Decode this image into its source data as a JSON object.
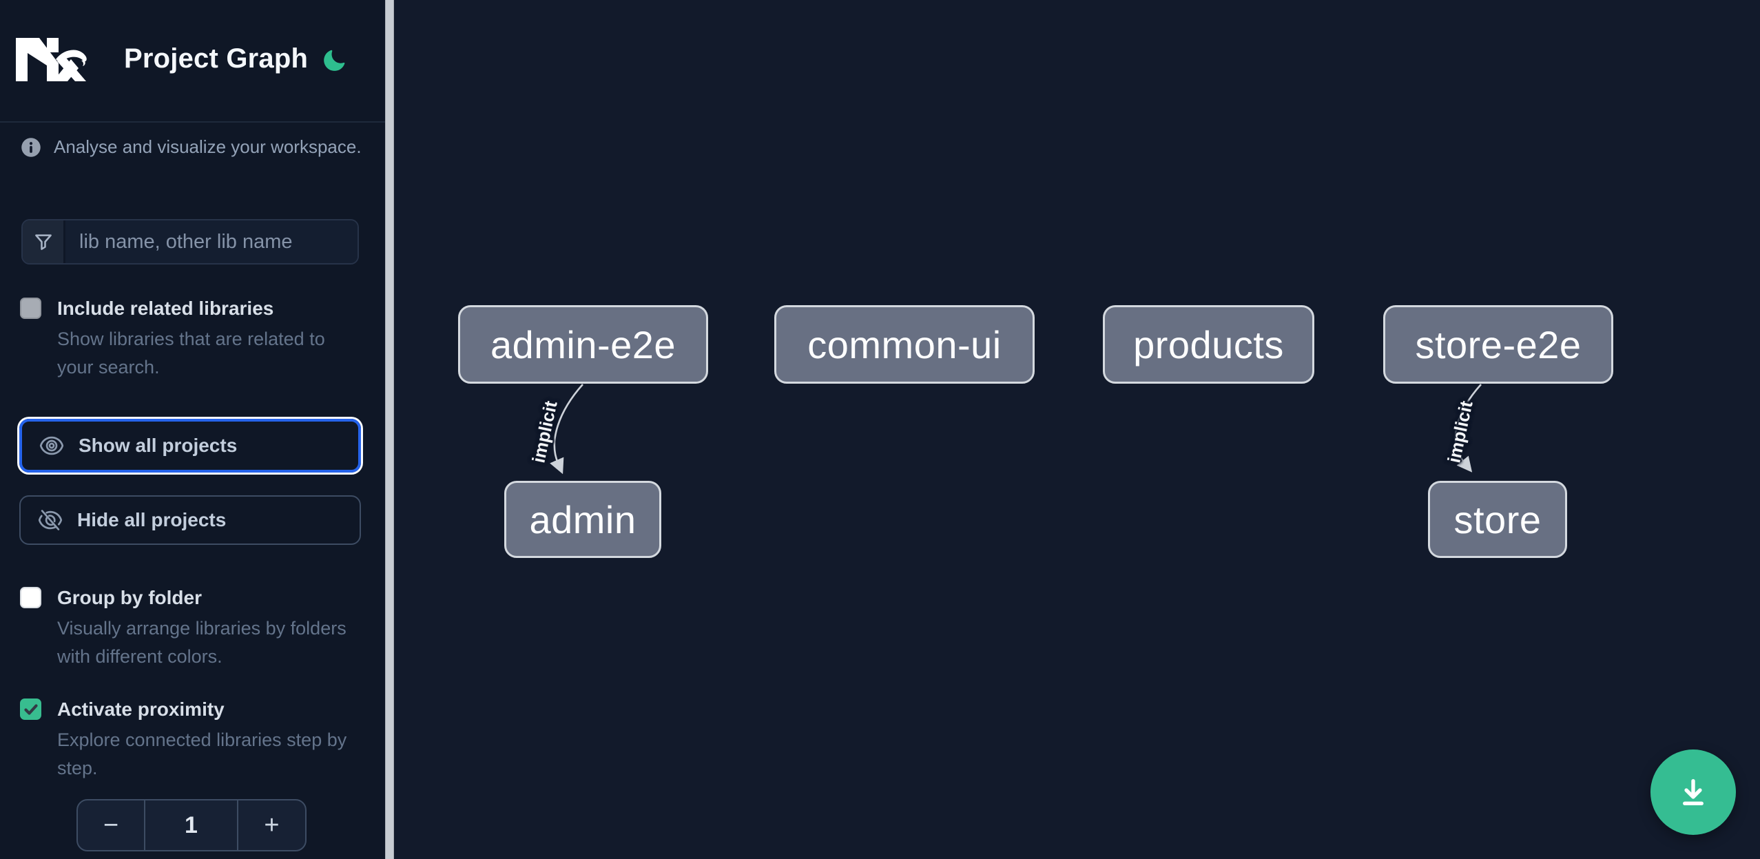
{
  "header": {
    "title": "Project Graph",
    "logo_icon": "nx-logo",
    "theme_icon": "moon-icon"
  },
  "sidebar": {
    "info_text": "Analyse and visualize your workspace.",
    "search": {
      "placeholder": "lib name, other lib name",
      "value": ""
    },
    "options": [
      {
        "label": "Include related libraries",
        "description": "Show libraries that are related to your search.",
        "checked": false,
        "disabled": true
      },
      {
        "label": "Group by folder",
        "description": "Visually arrange libraries by folders with different colors.",
        "checked": false,
        "disabled": false
      },
      {
        "label": "Activate proximity",
        "description": "Explore connected libraries step by step.",
        "checked": true,
        "disabled": false
      }
    ],
    "buttons": {
      "show_all": "Show all projects",
      "hide_all": "Hide all projects"
    },
    "proximity_stepper": {
      "decrement": "−",
      "value": "1",
      "increment": "+"
    }
  },
  "graph": {
    "nodes": [
      {
        "label": "admin-e2e"
      },
      {
        "label": "common-ui"
      },
      {
        "label": "products"
      },
      {
        "label": "store-e2e"
      },
      {
        "label": "admin"
      },
      {
        "label": "store"
      }
    ],
    "edges": [
      {
        "from": "admin-e2e",
        "to": "admin",
        "label": "implicit",
        "style": "curved-arrow"
      },
      {
        "from": "store-e2e",
        "to": "store",
        "label": "implicit",
        "style": "curved-arrow"
      }
    ],
    "fab_icon": "download-icon"
  },
  "colors": {
    "accent_green": "#35bd92",
    "accent_blue": "#2563eb",
    "node_fill": "#687083",
    "node_border": "#d4d9df",
    "sidebar_bg": "#0f1726",
    "graph_bg": "#121a2b"
  }
}
